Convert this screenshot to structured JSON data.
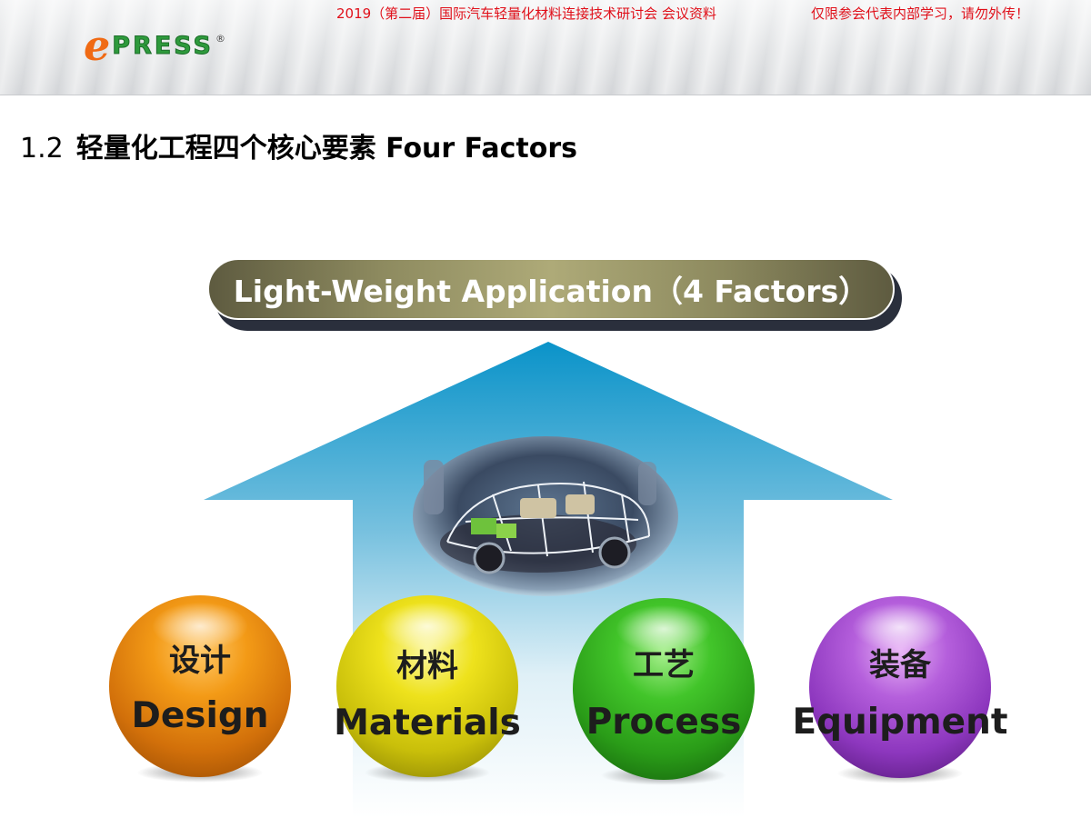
{
  "header": {
    "note_left": "2019（第二届）国际汽车轻量化材料连接技术研讨会 会议资料",
    "note_right": "仅限参会代表内部学习，请勿外传！",
    "logo": {
      "e": "e",
      "press": "PRESS",
      "reg": "®"
    }
  },
  "slide": {
    "number": "1.2",
    "title": "轻量化工程四个核心要素 Four Factors"
  },
  "banner": {
    "label": "Light-Weight Application（4 Factors）"
  },
  "factors": [
    {
      "cn": "设计",
      "en": "Design",
      "color": "#f39a16"
    },
    {
      "cn": "材料",
      "en": "Materials",
      "color": "#eee21c"
    },
    {
      "cn": "工艺",
      "en": "Process",
      "color": "#42c52a"
    },
    {
      "cn": "装备",
      "en": "Equipment",
      "color": "#b55fdc"
    }
  ],
  "colors": {
    "header_note": "#e0101a",
    "arrow_top": "#0a93c9",
    "banner_mid": "#aeaa78"
  }
}
